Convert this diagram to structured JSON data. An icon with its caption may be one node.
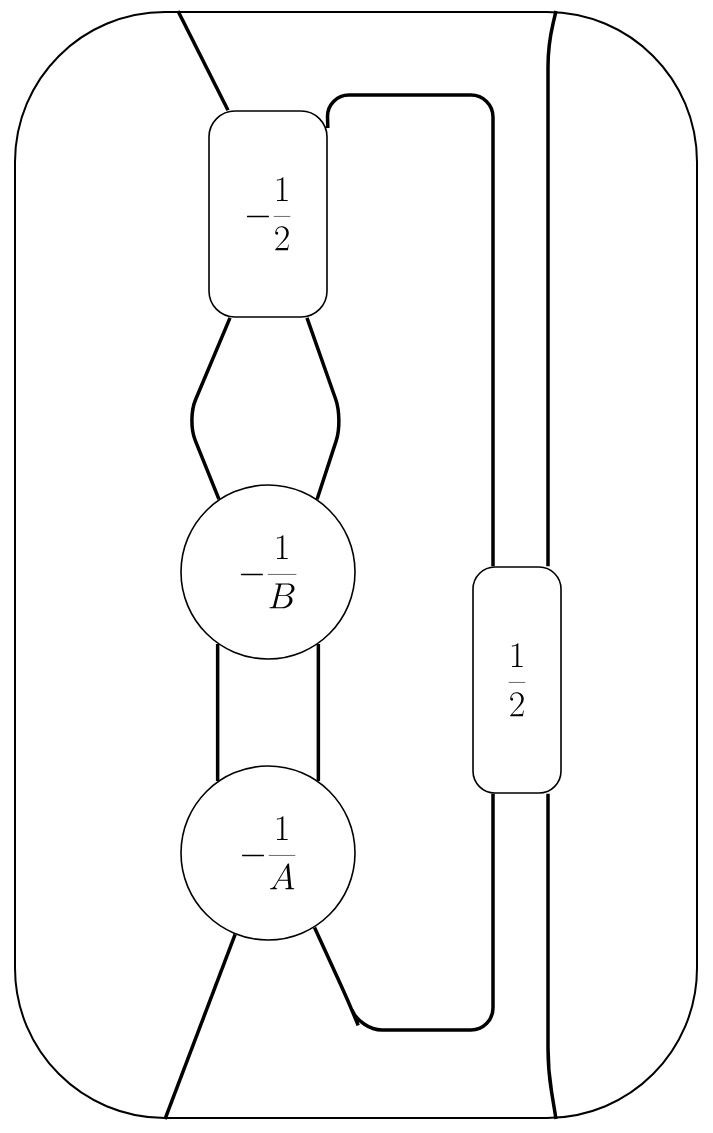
{
  "diagram": {
    "nodes": [
      {
        "text": [],
        "shape": "box"
      },
      {
        "text": [
          "-\\frac{1}{2}"
        ],
        "in": 0
      },
      {
        "text": [
          "-\\frac{1}{B}"
        ],
        "in": 0
      },
      {
        "text": [
          "-\\frac{1}{A}"
        ],
        "in": 0
      },
      {
        "text": [
          "\\frac{1}{2}"
        ],
        "in": 0
      }
    ],
    "edges": [
      {
        "from": 0,
        "to": 1,
        "arrow": "none"
      },
      {
        "from": 1,
        "to": 2,
        "arrow": "none"
      },
      {
        "from": 1,
        "to": 2,
        "arrow": "none"
      },
      {
        "from": 1,
        "to": 4,
        "arrow": "none"
      },
      {
        "from": 2,
        "to": 3,
        "arrow": "none"
      },
      {
        "from": 2,
        "to": 3,
        "arrow": "none"
      },
      {
        "from": 3,
        "to": 4,
        "arrow": "none"
      },
      {
        "from": 3,
        "to": 0,
        "arrow": "none"
      },
      {
        "from": 4,
        "to": 0,
        "arrow": "none"
      },
      {
        "from": 4,
        "to": 0,
        "arrow": "none"
      }
    ]
  }
}
